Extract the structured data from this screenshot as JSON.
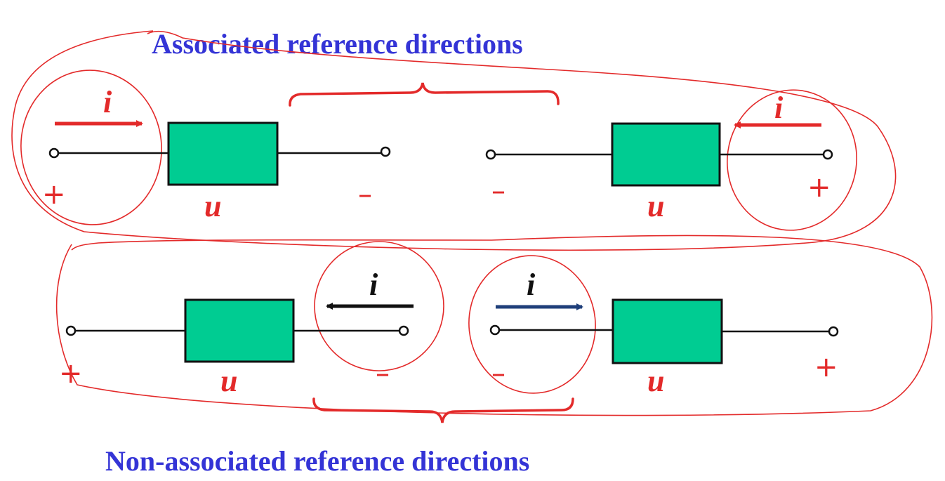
{
  "titles": {
    "top": "Associated reference directions",
    "bottom": "Non-associated reference directions"
  },
  "symbols": {
    "current": "i",
    "voltage": "u",
    "plus": "+",
    "minus": "–"
  },
  "colors": {
    "title": "#3434d6",
    "accent": "#e32a2a",
    "element_fill": "#00cc92",
    "arrow_dark": "#111111",
    "arrow_navy": "#1f3f7a",
    "annotation": "#e32a2a"
  },
  "circuits": [
    {
      "group": "associated",
      "current_direction": "right",
      "arrow_color": "#e32a2a",
      "left_terminal_sign": "+",
      "right_terminal_sign": "–"
    },
    {
      "group": "associated",
      "current_direction": "left",
      "arrow_color": "#e32a2a",
      "left_terminal_sign": "–",
      "right_terminal_sign": "+"
    },
    {
      "group": "non-associated",
      "current_direction": "left",
      "arrow_color": "#111111",
      "left_terminal_sign": "+",
      "right_terminal_sign": "–"
    },
    {
      "group": "non-associated",
      "current_direction": "right",
      "arrow_color": "#1f3f7a",
      "left_terminal_sign": "–",
      "right_terminal_sign": "+"
    }
  ]
}
